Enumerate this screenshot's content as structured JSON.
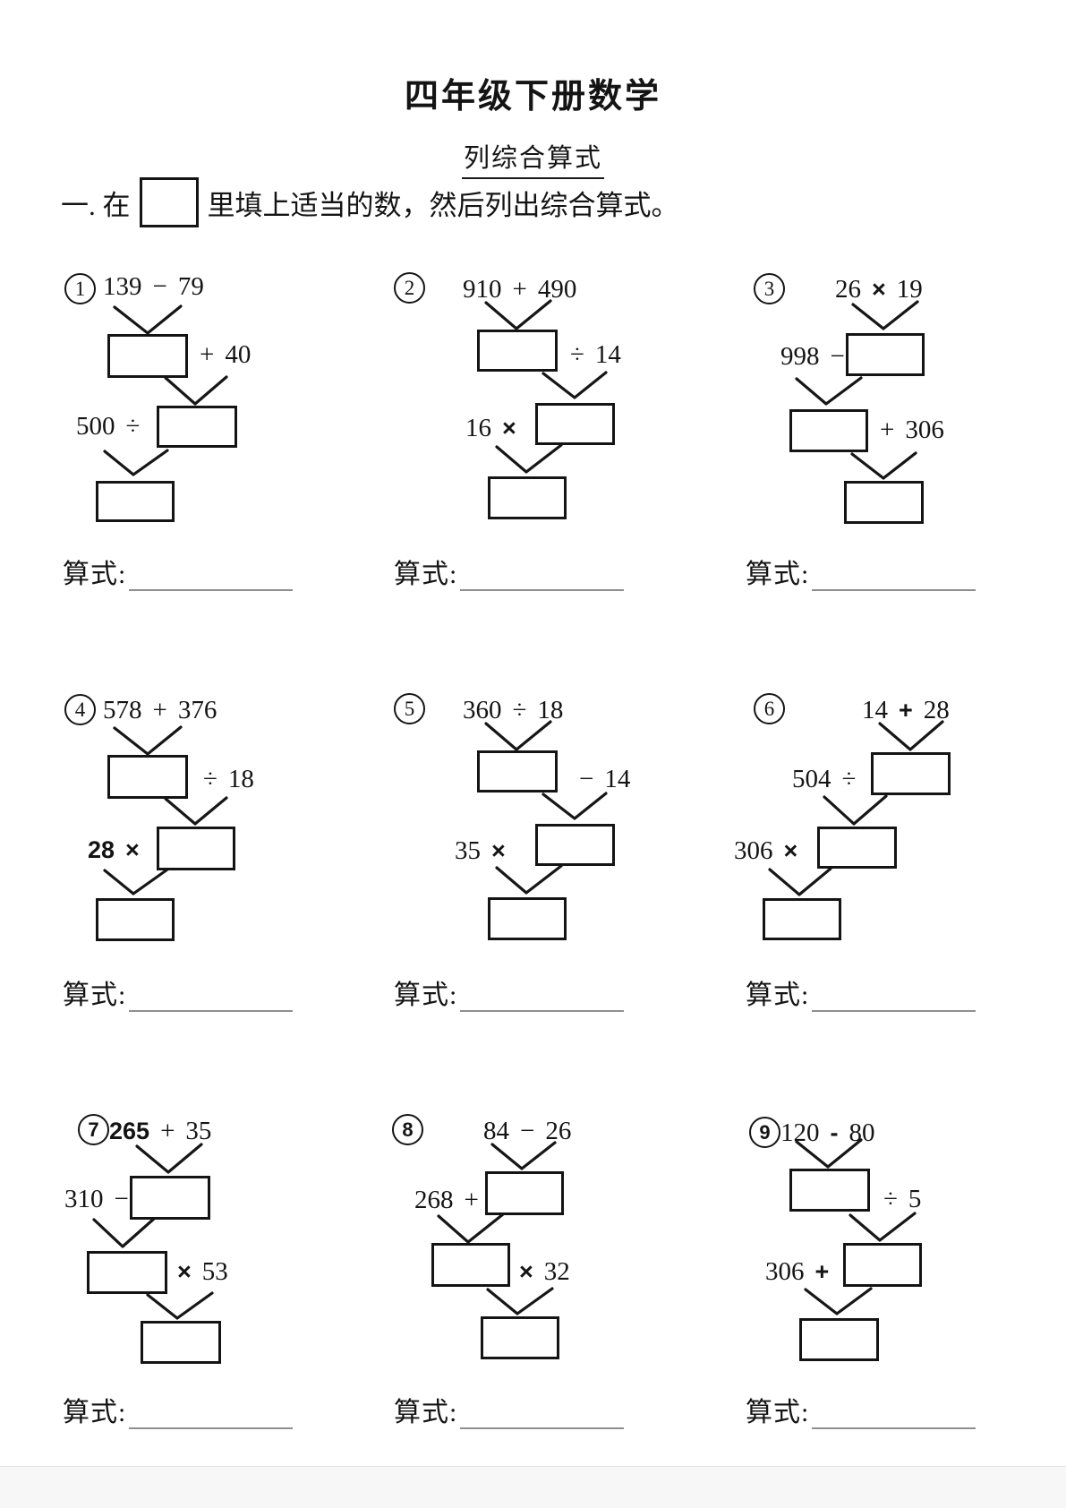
{
  "page": {
    "title": "四年级下册数学",
    "subtitle": "列综合算式",
    "instruction": {
      "prefix": "一. 在",
      "suffix": "里填上适当的数，然后列出综合算式。"
    },
    "expression_label": "算式:"
  },
  "problems": [
    {
      "number": "1",
      "top": {
        "a": "139",
        "op": "−",
        "b": "79"
      },
      "op1": {
        "t1": "+",
        "t2": "40"
      },
      "op2": {
        "t1": "500",
        "t2": "÷"
      }
    },
    {
      "number": "2",
      "top": {
        "a": "910",
        "op": "+",
        "b": "490"
      },
      "op1": {
        "t1": "÷",
        "t2": "14"
      },
      "op2": {
        "t1": "16",
        "t2": "×"
      }
    },
    {
      "number": "3",
      "top": {
        "a": "26",
        "op": "×",
        "b": "19"
      },
      "op1": {
        "t1": "998",
        "t2": "−"
      },
      "op2": {
        "t1": "+",
        "t2": "306"
      }
    },
    {
      "number": "4",
      "top": {
        "a": "578",
        "op": "+",
        "b": "376"
      },
      "op1": {
        "t1": "÷",
        "t2": "18"
      },
      "op2": {
        "t1": "28",
        "t2": "×"
      }
    },
    {
      "number": "5",
      "top": {
        "a": "360",
        "op": "÷",
        "b": "18"
      },
      "op1": {
        "t1": "−",
        "t2": "14"
      },
      "op2": {
        "t1": "35",
        "t2": "×"
      }
    },
    {
      "number": "6",
      "top": {
        "a": "14",
        "op": "+",
        "b": "28"
      },
      "op1": {
        "t1": "504",
        "t2": "÷"
      },
      "op2": {
        "t1": "306",
        "t2": "×"
      }
    },
    {
      "number": "7",
      "top": {
        "a": "265",
        "op": "+",
        "b": "35"
      },
      "op1": {
        "t1": "310",
        "t2": "−"
      },
      "op2": {
        "t1": "×",
        "t2": "53"
      }
    },
    {
      "number": "8",
      "top": {
        "a": "84",
        "op": "−",
        "b": "26"
      },
      "op1": {
        "t1": "268",
        "t2": "+"
      },
      "op2": {
        "t1": "×",
        "t2": "32"
      }
    },
    {
      "number": "9",
      "top": {
        "a": "120",
        "op": "-",
        "b": "80"
      },
      "op1": {
        "t1": "÷",
        "t2": "5"
      },
      "op2": {
        "t1": "306",
        "t2": "+"
      }
    }
  ]
}
